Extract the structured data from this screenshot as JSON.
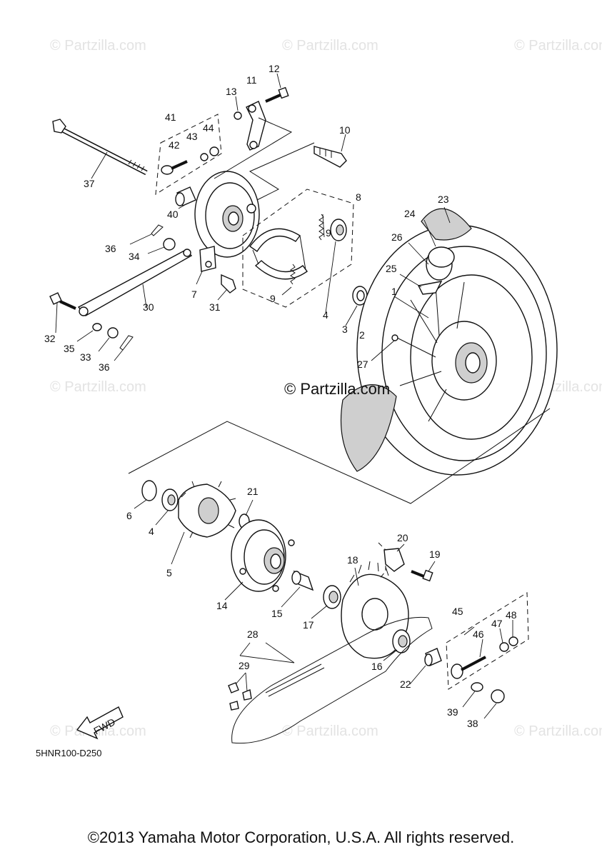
{
  "watermark": "© Partzilla.com",
  "center_watermark": "© Partzilla.com",
  "diagram_code": "5HNR100-D250",
  "fwd_label": "FWD",
  "copyright": "©2013 Yamaha Motor Corporation, U.S.A. All rights reserved.",
  "callouts": {
    "c1": "1",
    "c2": "2",
    "c3": "3",
    "c4a": "4",
    "c4b": "4",
    "c5": "5",
    "c6": "6",
    "c7": "7",
    "c8": "8",
    "c9a": "9",
    "c9b": "9",
    "c10": "10",
    "c11": "11",
    "c12": "12",
    "c13": "13",
    "c14": "14",
    "c15": "15",
    "c16": "16",
    "c17": "17",
    "c18": "18",
    "c19": "19",
    "c20": "20",
    "c21": "21",
    "c22": "22",
    "c23": "23",
    "c24": "24",
    "c25": "25",
    "c26": "26",
    "c27": "27",
    "c28": "28",
    "c29": "29",
    "c30": "30",
    "c31": "31",
    "c32": "32",
    "c33": "33",
    "c34": "34",
    "c35": "35",
    "c36a": "36",
    "c36b": "36",
    "c37": "37",
    "c38": "38",
    "c39": "39",
    "c40": "40",
    "c41": "41",
    "c42": "42",
    "c43": "43",
    "c44": "44",
    "c45": "45",
    "c46": "46",
    "c47": "47",
    "c48": "48"
  },
  "colors": {
    "line": "#111111",
    "watermark": "#e3e3e3",
    "background": "#ffffff"
  }
}
